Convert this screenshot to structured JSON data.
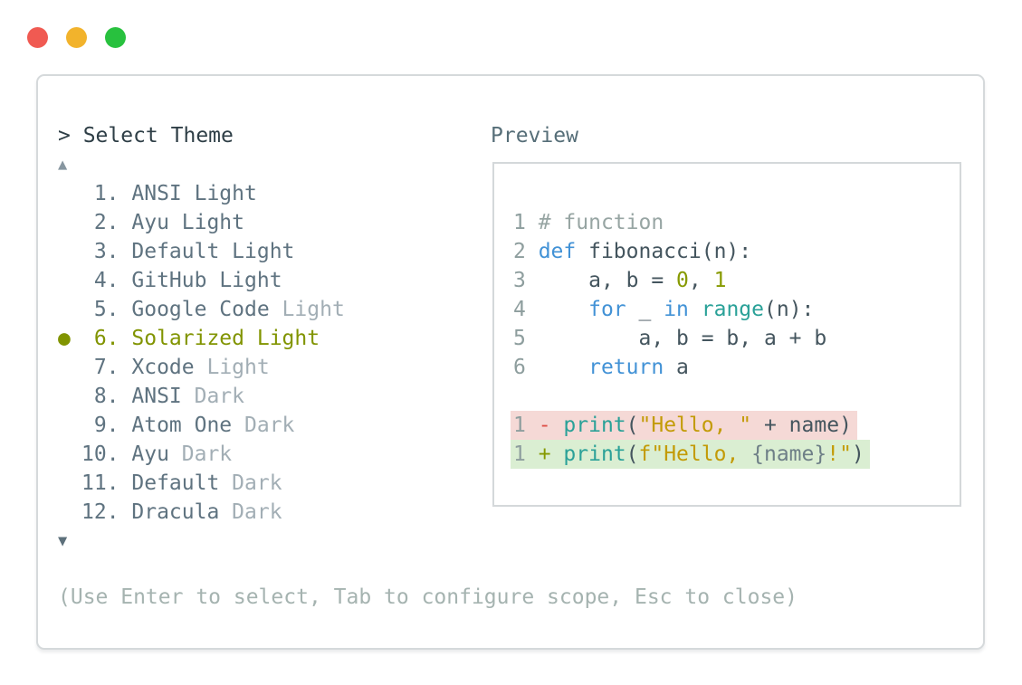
{
  "colors": {
    "ui": {
      "traffic_red": "#f05a52",
      "traffic_yellow": "#f2b32c",
      "traffic_green": "#28c13e",
      "panel_border": "#d5d9db",
      "panel_bg": "#ffffff",
      "prompt_text": "#2e3e46",
      "scroll_up": "#8796a0",
      "scroll_down": "#5d707b",
      "item_normal": "#5f7380",
      "item_muted": "#a2aeb5",
      "item_selected": "#819400",
      "footer_text": "#a5b3b0",
      "preview_label": "#566e78",
      "preview_border": "#d4d8da",
      "removed_bg": "#f5d9d6",
      "added_bg": "#daeed2"
    },
    "syntax": {
      "linenum": "#8e9e9e",
      "comment": "#97a5a3",
      "keyword": "#4292d6",
      "code": "#44555e",
      "builtin": "#2aa198",
      "number": "#879a00",
      "string": "#c39b06",
      "minus": "#de4f47",
      "plus": "#859900",
      "interp": "#6e7f87"
    }
  },
  "window": {
    "traffic_lights": [
      {
        "name": "close"
      },
      {
        "name": "minimize"
      },
      {
        "name": "zoom"
      }
    ]
  },
  "selector": {
    "prompt": "> Select Theme",
    "scroll_up": "▲",
    "scroll_down": "▼",
    "selected_bullet": "●",
    "items": [
      {
        "number": "1.",
        "name": "ANSI",
        "variant": "Light",
        "variant_muted": false,
        "selected": false
      },
      {
        "number": "2.",
        "name": "Ayu",
        "variant": "Light",
        "variant_muted": false,
        "selected": false
      },
      {
        "number": "3.",
        "name": "Default",
        "variant": "Light",
        "variant_muted": false,
        "selected": false
      },
      {
        "number": "4.",
        "name": "GitHub",
        "variant": "Light",
        "variant_muted": false,
        "selected": false
      },
      {
        "number": "5.",
        "name": "Google Code",
        "variant": "Light",
        "variant_muted": true,
        "selected": false
      },
      {
        "number": "6.",
        "name": "Solarized",
        "variant": "Light",
        "variant_muted": false,
        "selected": true
      },
      {
        "number": "7.",
        "name": "Xcode",
        "variant": "Light",
        "variant_muted": true,
        "selected": false
      },
      {
        "number": "8.",
        "name": "ANSI",
        "variant": "Dark",
        "variant_muted": true,
        "selected": false
      },
      {
        "number": "9.",
        "name": "Atom One",
        "variant": "Dark",
        "variant_muted": true,
        "selected": false
      },
      {
        "number": "10.",
        "name": "Ayu",
        "variant": "Dark",
        "variant_muted": true,
        "selected": false
      },
      {
        "number": "11.",
        "name": "Default",
        "variant": "Dark",
        "variant_muted": true,
        "selected": false
      },
      {
        "number": "12.",
        "name": "Dracula",
        "variant": "Dark",
        "variant_muted": true,
        "selected": false
      }
    ],
    "footer_hint": "(Use Enter to select, Tab to configure scope, Esc to close)"
  },
  "preview": {
    "label": "Preview",
    "code_lines": [
      {
        "num": "1",
        "tokens": [
          {
            "t": "1 ",
            "c": "linenum"
          },
          {
            "t": "# function",
            "c": "comment"
          }
        ]
      },
      {
        "num": "2",
        "tokens": [
          {
            "t": "2 ",
            "c": "linenum"
          },
          {
            "t": "def",
            "c": "keyword"
          },
          {
            "t": " fibonacci(n):",
            "c": "code"
          }
        ]
      },
      {
        "num": "3",
        "tokens": [
          {
            "t": "3 ",
            "c": "linenum"
          },
          {
            "t": "    a, b = ",
            "c": "code"
          },
          {
            "t": "0",
            "c": "number"
          },
          {
            "t": ", ",
            "c": "code"
          },
          {
            "t": "1",
            "c": "number"
          }
        ]
      },
      {
        "num": "4",
        "tokens": [
          {
            "t": "4 ",
            "c": "linenum"
          },
          {
            "t": "    ",
            "c": "code"
          },
          {
            "t": "for",
            "c": "keyword"
          },
          {
            "t": " _ ",
            "c": "code"
          },
          {
            "t": "in",
            "c": "keyword"
          },
          {
            "t": " ",
            "c": "code"
          },
          {
            "t": "range",
            "c": "builtin"
          },
          {
            "t": "(n):",
            "c": "code"
          }
        ]
      },
      {
        "num": "5",
        "tokens": [
          {
            "t": "5 ",
            "c": "linenum"
          },
          {
            "t": "        a, b = b, a + b",
            "c": "code"
          }
        ]
      },
      {
        "num": "6",
        "tokens": [
          {
            "t": "6 ",
            "c": "linenum"
          },
          {
            "t": "    ",
            "c": "code"
          },
          {
            "t": "return",
            "c": "keyword"
          },
          {
            "t": " a",
            "c": "code"
          }
        ]
      }
    ],
    "diff_lines": [
      {
        "num": "1",
        "type": "removed",
        "tokens": [
          {
            "t": "1 ",
            "c": "linenum"
          },
          {
            "t": "- ",
            "c": "minus"
          },
          {
            "t": "print",
            "c": "builtin"
          },
          {
            "t": "(",
            "c": "code"
          },
          {
            "t": "\"Hello, \"",
            "c": "string"
          },
          {
            "t": " + name)",
            "c": "code"
          }
        ]
      },
      {
        "num": "1",
        "type": "added",
        "tokens": [
          {
            "t": "1 ",
            "c": "linenum"
          },
          {
            "t": "+ ",
            "c": "plus"
          },
          {
            "t": "print",
            "c": "builtin"
          },
          {
            "t": "(",
            "c": "code"
          },
          {
            "t": "f\"Hello, ",
            "c": "string"
          },
          {
            "t": "{name}",
            "c": "interp"
          },
          {
            "t": "!\"",
            "c": "string"
          },
          {
            "t": ")",
            "c": "code"
          }
        ]
      }
    ]
  }
}
